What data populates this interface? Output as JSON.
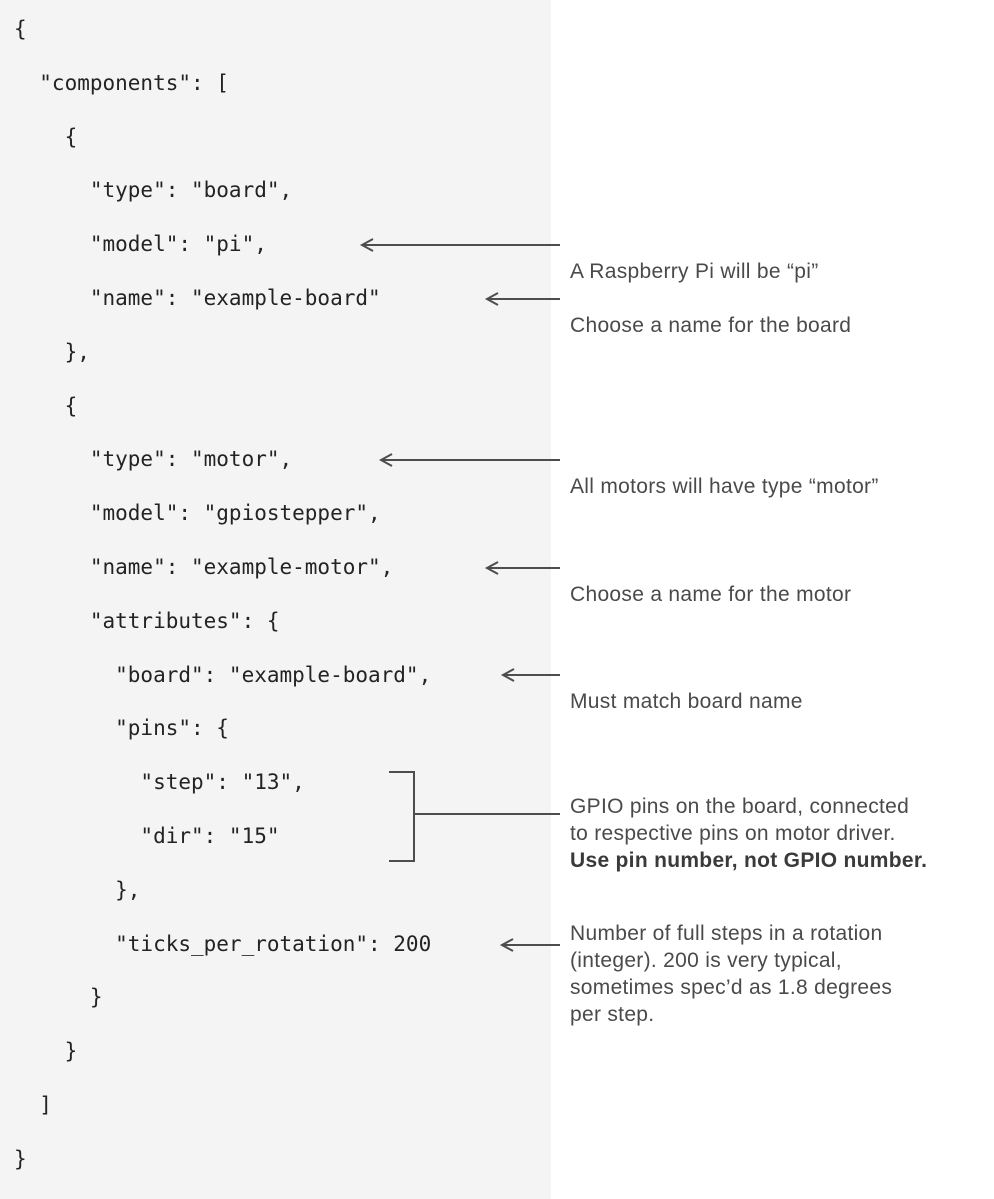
{
  "figure": {
    "description_colors": {
      "code_panel_background": "#f4f4f4",
      "page_background": "#ffffff",
      "code_text": "#232323",
      "annotation_text": "#4a4a4a",
      "arrow": "#4d4d4d"
    },
    "language": "json"
  },
  "code": {
    "lines": [
      "{",
      "  \"components\": [",
      "    {",
      "      \"type\": \"board\",",
      "      \"model\": \"pi\",",
      "      \"name\": \"example-board\"",
      "    },",
      "    {",
      "      \"type\": \"motor\",",
      "      \"model\": \"gpiostepper\",",
      "      \"name\": \"example-motor\",",
      "      \"attributes\": {",
      "        \"board\": \"example-board\",",
      "        \"pins\": {",
      "          \"step\": \"13\",",
      "          \"dir\": \"15\"",
      "        },",
      "        \"ticks_per_rotation\": 200",
      "      }",
      "    }",
      "  ]",
      "}"
    ]
  },
  "annotations": [
    {
      "id": "model-pi",
      "text": "A Raspberry Pi will be “pi”"
    },
    {
      "id": "board-name",
      "text": "Choose a name for the board"
    },
    {
      "id": "motor-type",
      "text": "All motors will have type “motor”"
    },
    {
      "id": "motor-name",
      "text": "Choose a name for the motor"
    },
    {
      "id": "board-match",
      "text": "Must match board name"
    },
    {
      "id": "pins",
      "text": "GPIO pins on the board, connected\nto respective pins on motor driver.",
      "bold_text": "Use pin number, not GPIO number."
    },
    {
      "id": "ticks",
      "text": "Number of full steps in a rotation\n(integer). 200 is very typical,\nsometimes spec’d as 1.8 degrees\nper step."
    }
  ]
}
